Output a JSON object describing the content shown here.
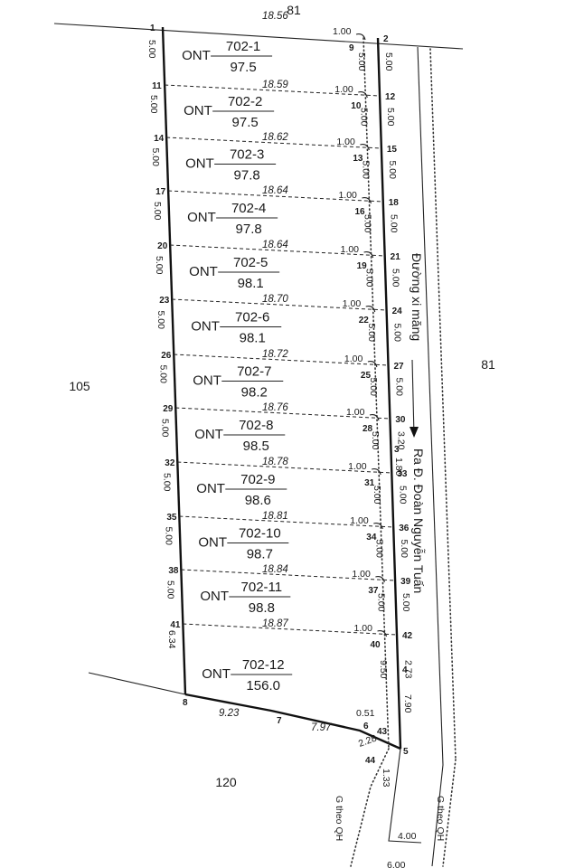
{
  "neighbors": {
    "top": "81",
    "right": "81",
    "left": "105",
    "bottom": "120"
  },
  "road": {
    "name": "Đường xi măng",
    "direction": "Ra Đ. Đoàn Nguyễn Tuấn",
    "planned_left": "G theo QH",
    "planned_right": "G theo QH"
  },
  "lots": [
    {
      "code": "ONT",
      "id": "702-1",
      "area": "97.5"
    },
    {
      "code": "ONT",
      "id": "702-2",
      "area": "97.5"
    },
    {
      "code": "ONT",
      "id": "702-3",
      "area": "97.8"
    },
    {
      "code": "ONT",
      "id": "702-4",
      "area": "97.8"
    },
    {
      "code": "ONT",
      "id": "702-5",
      "area": "98.1"
    },
    {
      "code": "ONT",
      "id": "702-6",
      "area": "98.1"
    },
    {
      "code": "ONT",
      "id": "702-7",
      "area": "98.2"
    },
    {
      "code": "ONT",
      "id": "702-8",
      "area": "98.5"
    },
    {
      "code": "ONT",
      "id": "702-9",
      "area": "98.6"
    },
    {
      "code": "ONT",
      "id": "702-10",
      "area": "98.7"
    },
    {
      "code": "ONT",
      "id": "702-11",
      "area": "98.8"
    },
    {
      "code": "ONT",
      "id": "702-12",
      "area": "156.0"
    }
  ],
  "widths": [
    "18.56",
    "18.59",
    "18.62",
    "18.64",
    "18.64",
    "18.70",
    "18.72",
    "18.76",
    "18.78",
    "18.81",
    "18.84",
    "18.87"
  ],
  "left_points": [
    "1",
    "11",
    "14",
    "17",
    "20",
    "23",
    "26",
    "29",
    "32",
    "35",
    "38",
    "41"
  ],
  "inner_points": [
    "9",
    "10",
    "13",
    "16",
    "19",
    "22",
    "25",
    "28",
    "31",
    "34",
    "37",
    "40"
  ],
  "right_points": [
    "2",
    "12",
    "15",
    "18",
    "21",
    "24",
    "27",
    "30",
    "33",
    "36",
    "39",
    "42"
  ],
  "left_depths": [
    "5.00",
    "5.00",
    "5.00",
    "5.00",
    "5.00",
    "5.00",
    "5.00",
    "5.00",
    "5.00",
    "5.00",
    "5.00",
    "6.34"
  ],
  "inner_depths": [
    "5.00",
    "5.00",
    "5.00",
    "5.00",
    "5.00",
    "5.00",
    "5.00",
    "5.00",
    "5.00",
    "5.00",
    "5.00",
    "9.50"
  ],
  "right_depths": [
    "5.00",
    "5.00",
    "5.00",
    "5.00",
    "5.00",
    "5.00",
    "5.00",
    "3.20",
    "5.00",
    "5.00",
    "5.00",
    "2.73"
  ],
  "setback": "1.00",
  "extra_points": {
    "p3": "3",
    "p4": "4",
    "p5": "5",
    "p6": "6",
    "p7": "7",
    "p8": "8",
    "p43": "43",
    "p44": "44"
  },
  "extra_dims": {
    "d_3_33": "1.80",
    "d_4_5": "7.90",
    "d_8_7": "9.23",
    "d_7_6": "7.97",
    "d_6_43": "0.51",
    "d_43_5": "2.28",
    "d_44": "1.33",
    "road_width_1": "4.00",
    "road_width_2": "6.00"
  }
}
